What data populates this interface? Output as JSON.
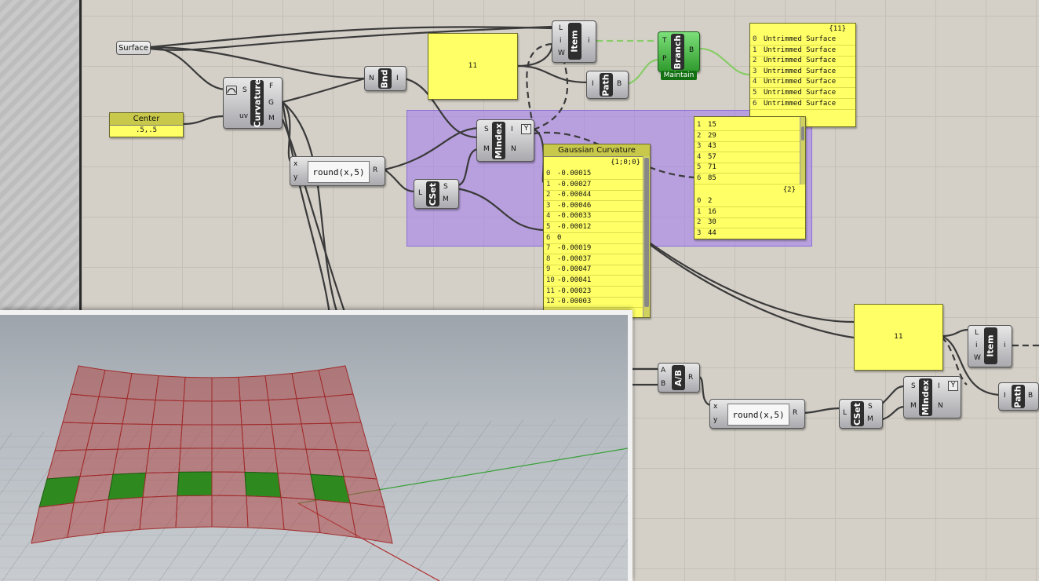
{
  "components": {
    "surface": {
      "label": "Surface"
    },
    "center": {
      "title": "Center",
      "value": ".5,.5"
    },
    "curvature": {
      "name": "Curvature",
      "inputs": [
        "S",
        "uv"
      ],
      "outputs": [
        "F",
        "G",
        "M"
      ]
    },
    "bnd": {
      "name": "Bnd",
      "inputs": [
        "N"
      ],
      "outputs": [
        "I"
      ]
    },
    "item_top": {
      "name": "Item",
      "inputs": [
        "L",
        "i",
        "W"
      ],
      "outputs": [
        "i"
      ]
    },
    "path_top": {
      "name": "Path",
      "inputs": [
        "I"
      ],
      "outputs": [
        "B"
      ]
    },
    "branch": {
      "name": "Branch",
      "inputs": [
        "T",
        "P"
      ],
      "outputs": [
        "B"
      ],
      "tag": "Maintain"
    },
    "mindex_top": {
      "name": "MIndex",
      "inputs": [
        "S",
        "M"
      ],
      "outputs": [
        "I",
        "N"
      ],
      "flag": "Y"
    },
    "cset_top": {
      "name": "CSet",
      "inputs": [
        "L"
      ],
      "outputs": [
        "S",
        "M"
      ]
    },
    "expr_top": {
      "expression": "round(x,5)",
      "inputs": [
        "x",
        "y"
      ],
      "outputs": [
        "R"
      ]
    },
    "ab": {
      "name": "A/B",
      "inputs": [
        "A",
        "B"
      ],
      "outputs": [
        "R"
      ]
    },
    "expr_bottom": {
      "expression": "round(x,5)",
      "inputs": [
        "x",
        "y"
      ],
      "outputs": [
        "R"
      ]
    },
    "cset_bottom": {
      "name": "CSet",
      "inputs": [
        "L"
      ],
      "outputs": [
        "S",
        "M"
      ]
    },
    "mindex_bottom": {
      "name": "MIndex",
      "inputs": [
        "S",
        "M"
      ],
      "outputs": [
        "I",
        "N"
      ],
      "flag": "Y"
    },
    "item_bottom": {
      "name": "Item",
      "inputs": [
        "L",
        "i",
        "W"
      ],
      "outputs": [
        "i"
      ]
    },
    "path_bottom": {
      "name": "Path",
      "inputs": [
        "I"
      ],
      "outputs": [
        "B"
      ]
    }
  },
  "panels": {
    "count_top": {
      "value": "11"
    },
    "count_bottom": {
      "value": "11"
    },
    "surfaces": {
      "path": "{11}",
      "rows": [
        {
          "i": "0",
          "v": "Untrimmed Surface"
        },
        {
          "i": "1",
          "v": "Untrimmed Surface"
        },
        {
          "i": "2",
          "v": "Untrimmed Surface"
        },
        {
          "i": "3",
          "v": "Untrimmed Surface"
        },
        {
          "i": "4",
          "v": "Untrimmed Surface"
        },
        {
          "i": "5",
          "v": "Untrimmed Surface"
        },
        {
          "i": "6",
          "v": "Untrimmed Surface"
        }
      ]
    },
    "indices": {
      "rows_a": [
        {
          "i": "1",
          "v": "15"
        },
        {
          "i": "2",
          "v": "29"
        },
        {
          "i": "3",
          "v": "43"
        },
        {
          "i": "4",
          "v": "57"
        },
        {
          "i": "5",
          "v": "71"
        },
        {
          "i": "6",
          "v": "85"
        }
      ],
      "path_b": "{2}",
      "rows_b": [
        {
          "i": "0",
          "v": "2"
        },
        {
          "i": "1",
          "v": "16"
        },
        {
          "i": "2",
          "v": "30"
        },
        {
          "i": "3",
          "v": "44"
        }
      ]
    },
    "gaussian": {
      "title": "Gaussian Curvature",
      "path": "{1;0;0}",
      "rows": [
        {
          "i": "0",
          "v": "-0.00015"
        },
        {
          "i": "1",
          "v": "-0.00027"
        },
        {
          "i": "2",
          "v": "-0.00044"
        },
        {
          "i": "3",
          "v": "-0.00046"
        },
        {
          "i": "4",
          "v": "-0.00033"
        },
        {
          "i": "5",
          "v": "-0.00012"
        },
        {
          "i": "6",
          "v": "0"
        },
        {
          "i": "7",
          "v": "-0.00019"
        },
        {
          "i": "8",
          "v": "-0.00037"
        },
        {
          "i": "9",
          "v": "-0.00047"
        },
        {
          "i": "10",
          "v": "-0.00041"
        },
        {
          "i": "11",
          "v": "-0.00023"
        },
        {
          "i": "12",
          "v": "-0.00003"
        }
      ]
    }
  },
  "colors": {
    "canvas": "#d4d0c8",
    "panel": "#ffff66",
    "group": "#a078f0",
    "branch": "#2f9a2d",
    "mesh": "#b04848",
    "highlight": "#2e8a1e"
  },
  "icons": {
    "curvature": "curve-graph-icon"
  }
}
